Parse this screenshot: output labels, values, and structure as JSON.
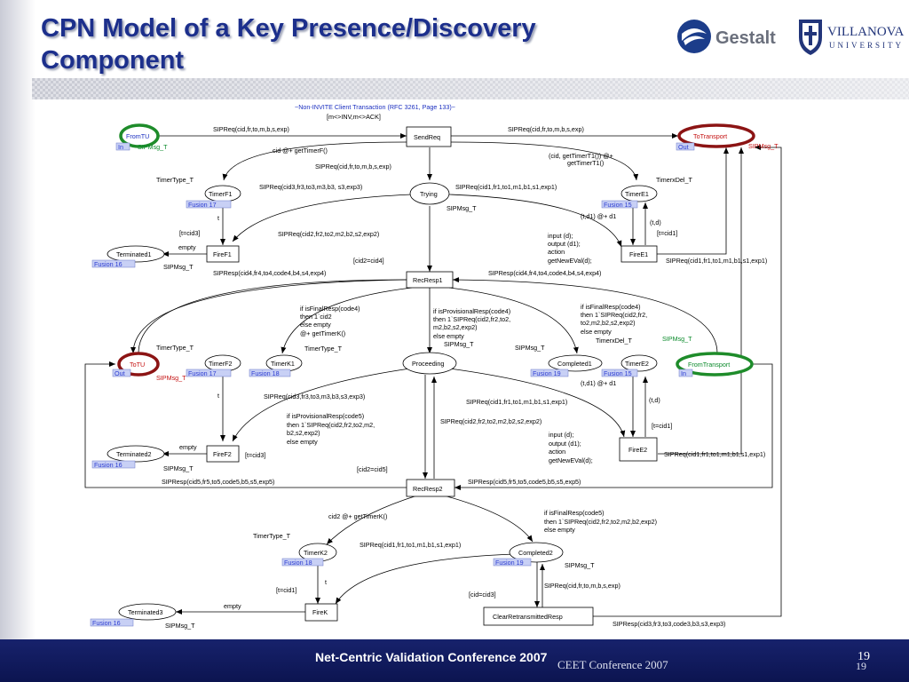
{
  "slide": {
    "title_line1": "CPN Model of a Key Presence/Discovery",
    "title_line2": "Component",
    "logo_gestalt": "Gestalt",
    "logo_villanova_1": "VILLANOVA",
    "logo_villanova_2": "UNIVERSITY",
    "footer_title": "Net-Centric Validation Conference 2007",
    "footer_number": "19",
    "footer_sub": "CEET Conference 2007",
    "footer_sub_num": "19"
  },
  "colors": {
    "title": "#1c2f8c",
    "footer": "#17226c",
    "place_green_ring": "#1e8c2a",
    "place_red_ring": "#8c1414",
    "tag_fill": "#c8d0f5"
  },
  "diagram": {
    "header_1": "~Non-INVITE Client Transaction (RFC 3261, Page 133)~",
    "header_2": "[m<>INV,m<>ACK]",
    "places": {
      "from_tu": "FromTU",
      "to_transport": "ToTransport",
      "timer_f1": "TimerF1",
      "trying": "Trying",
      "timer_e1": "TimerE1",
      "terminated1": "Terminated1",
      "to_tu": "ToTU",
      "timer_f2": "TimerF2",
      "timer_k1": "TimerK1",
      "proceeding": "Proceeding",
      "completed1": "Completed1",
      "timer_e2": "TimerE2",
      "from_transport": "FromTransport",
      "terminated2": "Terminated2",
      "timer_k2": "TimerK2",
      "completed2": "Completed2",
      "terminated3": "Terminated3"
    },
    "transitions": {
      "send_req": "SendReq",
      "fire_f1": "FireF1",
      "fire_e1": "FireE1",
      "rec_resp1": "RecResp1",
      "fire_f2": "FireF2",
      "fire_e2": "FireE2",
      "rec_resp2": "RecResp2",
      "fire_k": "FireK",
      "clear_retransmitted_resp": "ClearRetransmittedResp"
    },
    "tags": {
      "in1": "In",
      "out1": "Out",
      "fusion17a": "Fusion 17",
      "fusion15a": "Fusion 15",
      "fusion16a": "Fusion 16",
      "out2": "Out",
      "fusion17b": "Fusion 17",
      "fusion18a": "Fusion 18",
      "fusion19a": "Fusion 19",
      "fusion15b": "Fusion 15",
      "in2": "In",
      "fusion16b": "Fusion 16",
      "fusion18b": "Fusion 18",
      "fusion19b": "Fusion 19",
      "fusion16c": "Fusion 16"
    },
    "types": {
      "sipmsg_fromtu": "SIPMsg_T",
      "sipmsg_totransport": "SIPMsg_T",
      "timertype_f1": "TimerType_T",
      "timerxdel_e1": "TimerxDel_T",
      "sipmsg_trying": "SIPMsg_T",
      "sipmsg_term1": "SIPMsg_T",
      "sipmsg_fromtransport": "SIPMsg_T",
      "timertype_f2": "TimerType_T",
      "sipmsg_totu": "SIPMsg_T",
      "timertype_k1": "TimerType_T",
      "sipmsg_proceeding": "SIPMsg_T",
      "sipmsg_completed1": "SIPMsg_T",
      "timerxdel_e2": "TimerxDel_T",
      "sipmsg_term2": "SIPMsg_T",
      "timertype_k2": "TimerType_T",
      "sipmsg_completed2": "SIPMsg_T",
      "sipmsg_term3": "SIPMsg_T"
    },
    "inscriptions": {
      "a01": "SIPReq(cid,fr,to,m,b,s,exp)",
      "a02": "SIPReq(cid,fr,to,m,b,s,exp)",
      "a03": "cid @+ getTimerF()",
      "a04a": "(cid, getTimerT1()) @+",
      "a04b": "getTimerT1()",
      "a05": "SIPReq(cid,fr,to,m,b,s,exp)",
      "a06": "SIPReq(cid3,fr3,to3,m3,b3, s3,exp3)",
      "a07": "SIPReq(cid1,fr1,to1,m1,b1,s1,exp1)",
      "a08": "(t,d1) @+ d1",
      "a09": "(t,d)",
      "a10": "t",
      "a11": "[t=cid3]",
      "a12": "[t=cid1]",
      "a13": "SIPReq(cid2,fr2,to2,m2,b2,s2,exp2)",
      "a14a": "input (d);",
      "a14b": "output (d1);",
      "a14c": "action",
      "a14d": "getNewEVal(d);",
      "a15": "empty",
      "a16": "[cid2=cid4]",
      "a17": "SIPReq(cid1,fr1,to1,m1,b1,s1,exp1)",
      "a18": "SIPResp(cid4,fr4,to4,code4,b4,s4,exp4)",
      "a19": "SIPResp(cid4,fr4,to4,code4,b4,s4,exp4)",
      "a20a": "if isFinalResp(code4)",
      "a20b": "then 1`cid2",
      "a20c": "else empty",
      "a20d": "@+ getTimerK()",
      "a21a": "if isProvisionalResp(code4)",
      "a21b": "then 1`SIPReq(cid2,fr2,to2,",
      "a21c": "m2,b2,s2,exp2)",
      "a21d": "else empty",
      "a22a": "if isFinalResp(code4)",
      "a22b": "then 1`SIPReq(cid2,fr2,",
      "a22c": "to2,m2,b2,s2,exp2)",
      "a22d": "else empty",
      "a23": "SIPReq(cid3,fr3,to3,m3,b3,s3,exp3)",
      "a24": "SIPReq(cid1,fr1,to1,m1,b1,s1,exp1)",
      "a25": "(t,d1) @+ d1",
      "a26": "(t,d)",
      "a27": "t",
      "a28a": "if isProvisionalResp(code5)",
      "a28b": "then 1`SIPReq(cid2,fr2,to2,m2,",
      "a28c": "b2,s2,exp2)",
      "a28d": "else empty",
      "a29": "SIPReq(cid2,fr2,to2,m2,b2,s2,exp2)",
      "a30": "[t=cid1]",
      "a31": "[t=cid3]",
      "a32": "empty",
      "a33a": "input (d);",
      "a33b": "output (d1);",
      "a33c": "action",
      "a33d": "getNewEVal(d);",
      "a34": "SIPReq(cid1,fr1,to1,m1,b1,s1,exp1)",
      "a35": "[cid2=cid5]",
      "a36": "SIPResp(cid5,fr5,to5,code5,b5,s5,exp5)",
      "a37": "SIPResp(cid5,fr5,to5,code5,b5,s5,exp5)",
      "a38": "cid2 @+ getTimerK()",
      "a39a": "if isFinalResp(code5)",
      "a39b": "then 1`SIPReq(cid2,fr2,to2,m2,b2,exp2)",
      "a39c": "else empty",
      "a40": "SIPReq(cid1,fr1,to1,m1,b1,s1,exp1)",
      "a41": "t",
      "a42": "[t=cid1]",
      "a43": "SIPReq(cid,fr,to,m,b,s,exp)",
      "a44": "[cid=cid3]",
      "a45": "empty",
      "a46": "SIPResp(cid3,fr3,to3,code3,b3,s3,exp3)"
    }
  }
}
